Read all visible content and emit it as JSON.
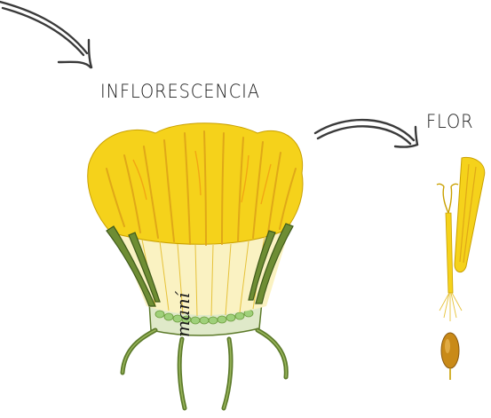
{
  "labels": {
    "inflorescence": "INFLORESCENCIA",
    "flower": "FLOR"
  },
  "signature": "maní",
  "colors": {
    "petal_yellow": "#f5d21b",
    "petal_orange": "#f0b020",
    "stem_green": "#5c7a2a",
    "bract_green": "#6e8d34",
    "seed_green": "#9fd07a",
    "arrow_gray": "#3a3a3a"
  }
}
